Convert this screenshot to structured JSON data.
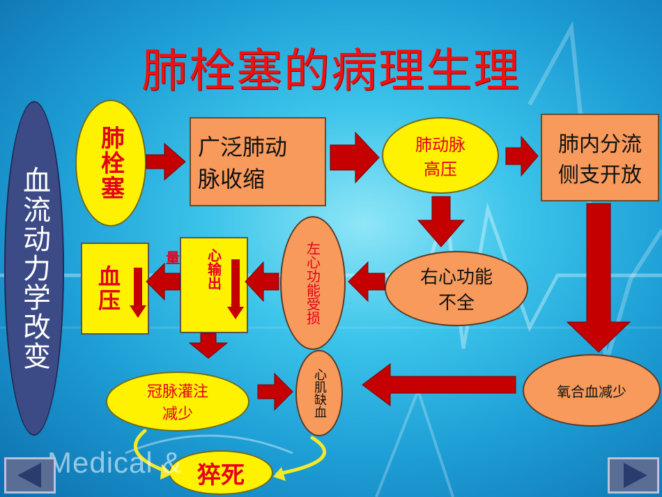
{
  "slide": {
    "title": "肺栓塞的病理生理",
    "sidebar_label": "血流动力学改变",
    "watermark": "Medical &"
  },
  "nodes": {
    "pe": "肺栓塞",
    "vasoconstriction": [
      "广泛肺动",
      "脉收缩"
    ],
    "pulm_htn": [
      "肺动脉",
      "高压"
    ],
    "shunt": [
      "肺内分流",
      "侧支开放"
    ],
    "rv_failure": [
      "右心功能",
      "不全"
    ],
    "lv_impaired": "左心功能受损",
    "cardiac_output": "心输出",
    "cardiac_output_suffix": "量",
    "blood_pressure": "血压",
    "coronary": [
      "冠脉灌注",
      "减少"
    ],
    "myocardial_ischemia": "心肌缺血",
    "oxygenation": "氧合血减少",
    "sudden_death": "猝死"
  },
  "colors": {
    "title": "#ee1111",
    "arrow": "#c40000",
    "yellow": "#fff200",
    "orange": "#f79a5c",
    "navy": "#3c4a86"
  },
  "icons": {
    "prev": "triangle-left-icon",
    "next": "triangle-right-icon"
  }
}
